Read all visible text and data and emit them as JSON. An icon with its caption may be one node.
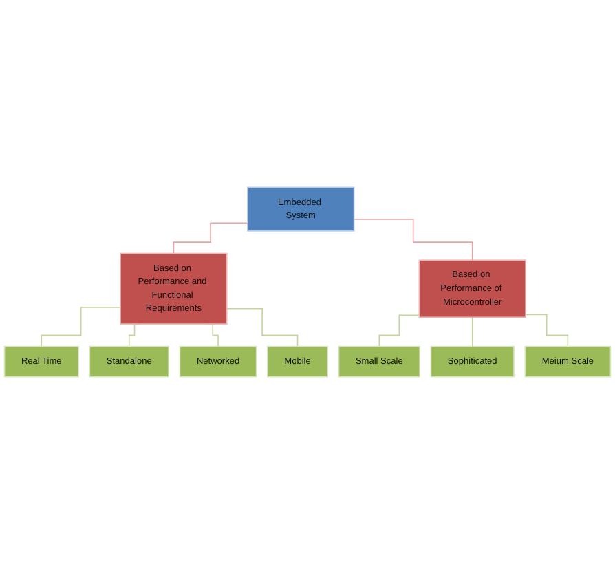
{
  "diagram": {
    "nodes": [
      {
        "text": [
          "Embedded System"
        ]
      },
      {
        "text": [
          "Based on Performance and Functional Requirements"
        ]
      },
      {
        "text": [
          "Based on Performance of Microcontroller"
        ]
      },
      {
        "text": [
          "Real Time"
        ]
      },
      {
        "text": [
          "Standalone"
        ]
      },
      {
        "text": [
          "Networked"
        ]
      },
      {
        "text": [
          "Mobile"
        ]
      },
      {
        "text": [
          "Small Scale"
        ]
      },
      {
        "text": [
          "Sophiticated"
        ]
      },
      {
        "text": [
          "Meium Scale"
        ]
      }
    ],
    "edges": [
      {
        "from": 0,
        "to": 1,
        "arrow": "none",
        "color": "#e8a4a4"
      },
      {
        "from": 0,
        "to": 2,
        "arrow": "none",
        "color": "#e8a4a4"
      },
      {
        "from": 1,
        "to": 3,
        "arrow": "none"
      },
      {
        "from": 1,
        "to": 4,
        "arrow": "none"
      },
      {
        "from": 1,
        "to": 5,
        "arrow": "none"
      },
      {
        "from": 1,
        "to": 6,
        "arrow": "none"
      },
      {
        "from": 2,
        "to": 7,
        "arrow": "none"
      },
      {
        "from": 2,
        "to": 8,
        "arrow": "none"
      },
      {
        "from": 2,
        "to": 9,
        "arrow": "none"
      }
    ]
  }
}
